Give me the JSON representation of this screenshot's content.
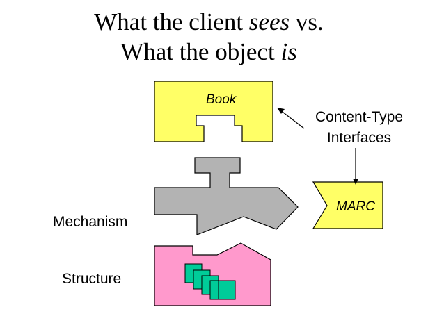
{
  "title": {
    "line1_prefix": "What the client ",
    "line1_em": "sees",
    "line1_suffix": " vs.",
    "line2_prefix": "What the object ",
    "line2_em": "is"
  },
  "labels": {
    "book": "Book",
    "content_type_line1": "Content-Type",
    "content_type_line2": "Interfaces",
    "marc": "MARC",
    "mechanism": "Mechanism",
    "structure": "Structure"
  },
  "colors": {
    "book": "#ffff66",
    "mechanism": "#b3b3b3",
    "marc": "#ffff66",
    "structure": "#ff99cc",
    "blocks": "#00cc99",
    "stroke": "#000000"
  }
}
